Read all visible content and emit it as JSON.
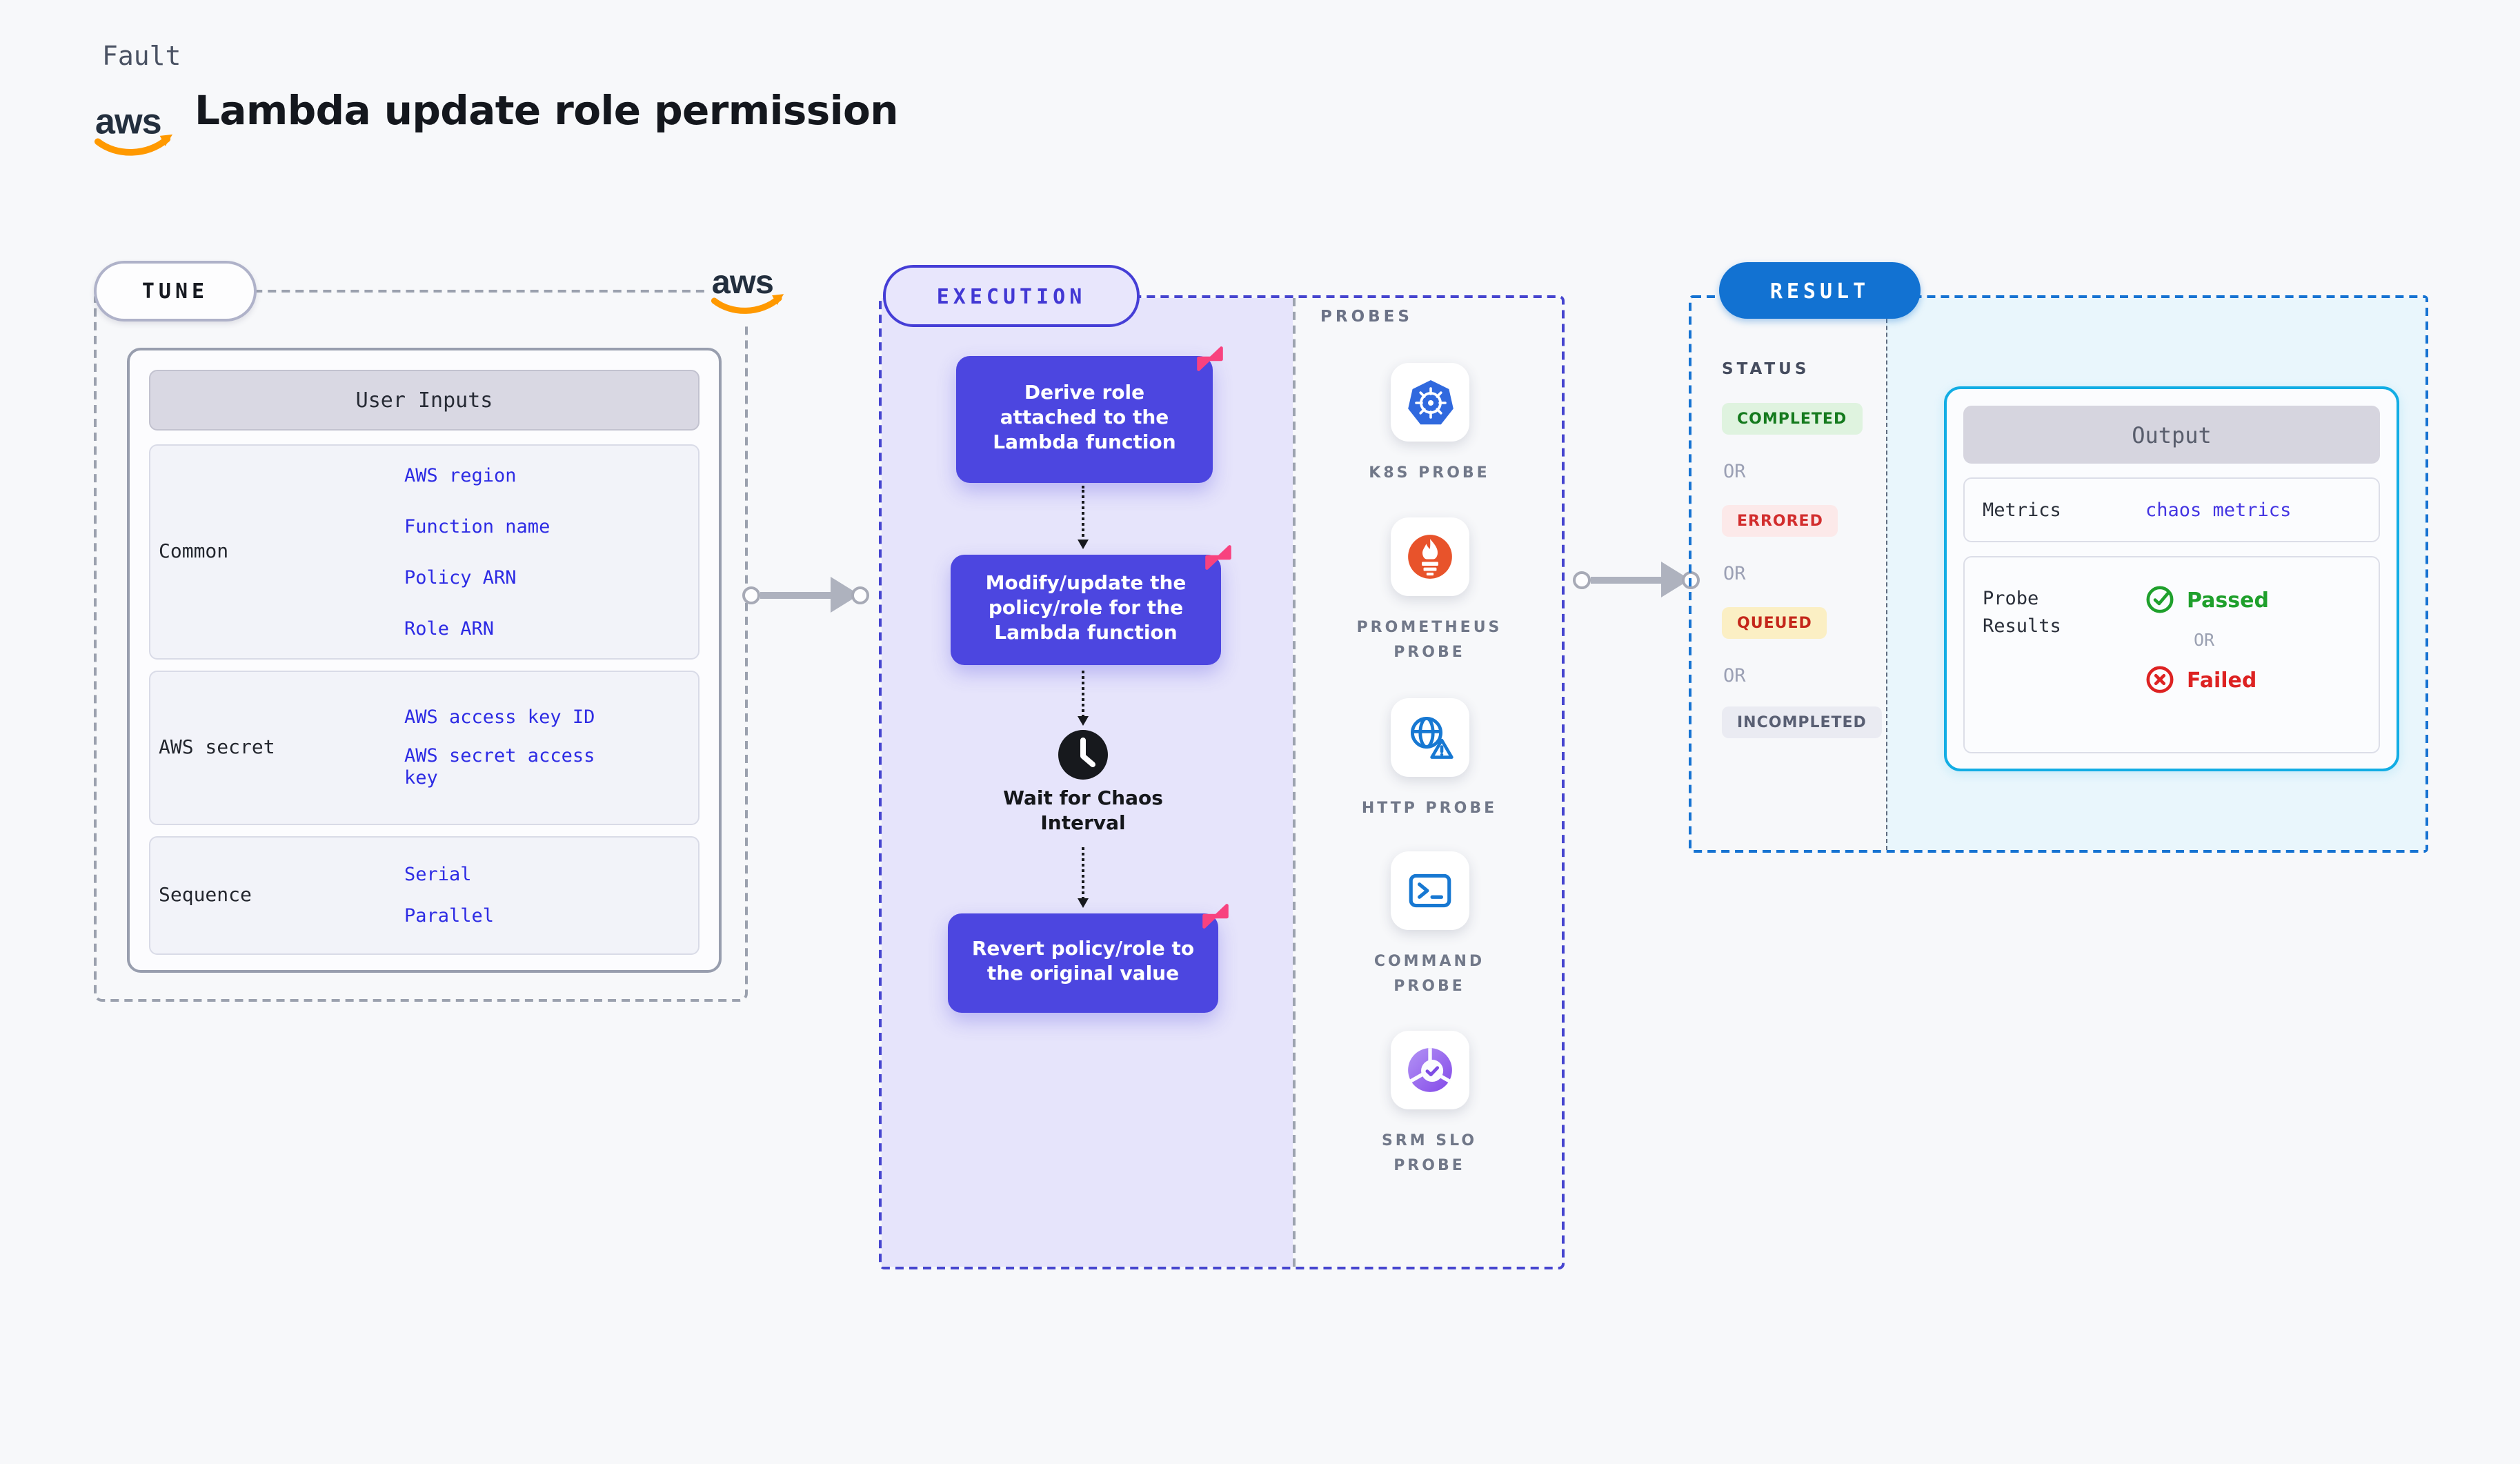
{
  "header": {
    "kicker": "Fault",
    "title": "Lambda update role permission",
    "logo_text": "aws"
  },
  "tune": {
    "label": "TUNE",
    "aws_logo_text": "aws",
    "table": {
      "header": "User Inputs",
      "rows": [
        {
          "label": "Common",
          "links": [
            "AWS region",
            "Function name",
            "Policy ARN",
            "Role ARN"
          ]
        },
        {
          "label": "AWS secret",
          "links": [
            "AWS access key ID",
            "AWS secret access key"
          ]
        },
        {
          "label": "Sequence",
          "links": [
            "Serial",
            "Parallel"
          ]
        }
      ]
    }
  },
  "execution": {
    "label": "EXECUTION",
    "steps": [
      {
        "text": "Derive role attached to the Lambda function"
      },
      {
        "text": "Modify/update the policy/role for the Lambda function"
      },
      {
        "text": "Revert policy/role to the original value"
      }
    ],
    "wait_label": "Wait for Chaos Interval"
  },
  "probes": {
    "label": "PROBES",
    "items": [
      {
        "label": "K8S PROBE",
        "icon": "kubernetes-icon"
      },
      {
        "label": "PROMETHEUS PROBE",
        "icon": "prometheus-icon"
      },
      {
        "label": "HTTP PROBE",
        "icon": "http-globe-icon"
      },
      {
        "label": "COMMAND PROBE",
        "icon": "terminal-icon"
      },
      {
        "label": "SRM SLO PROBE",
        "icon": "srm-slo-icon"
      }
    ]
  },
  "result": {
    "label": "RESULT",
    "status_label": "STATUS",
    "or_label": "OR",
    "statuses": [
      {
        "label": "COMPLETED",
        "fg": "#157A1E",
        "bg": "#DFF3DF"
      },
      {
        "label": "ERRORED",
        "fg": "#D22D2D",
        "bg": "#FCE9E9"
      },
      {
        "label": "QUEUED",
        "fg": "#C4261A",
        "bg": "#FBEFC4"
      },
      {
        "label": "INCOMPLETED",
        "fg": "#595F73",
        "bg": "#EAEBF2"
      }
    ],
    "output": {
      "header": "Output",
      "metrics_label": "Metrics",
      "metrics_value": "chaos metrics",
      "probe_results_label": "Probe Results",
      "passed_label": "Passed",
      "or_label": "OR",
      "failed_label": "Failed"
    }
  },
  "colors": {
    "page_bg": "#F7F8FA",
    "accent_indigo": "#4C46E0",
    "execution_bg": "#E6E4FB",
    "link_blue": "#2D2BE4",
    "result_blue": "#1272D2",
    "result_bg": "#E9F6FC",
    "output_border_cyan": "#12ADE4",
    "passed_green": "#1FA02C",
    "failed_red": "#DD2222",
    "chaos_pink": "#F8427F",
    "aws_orange": "#FF9900",
    "k8s_blue": "#3069DE",
    "prometheus_orange": "#E8532B",
    "http_blue": "#1778D2",
    "srm_purple": "#8348E8"
  }
}
